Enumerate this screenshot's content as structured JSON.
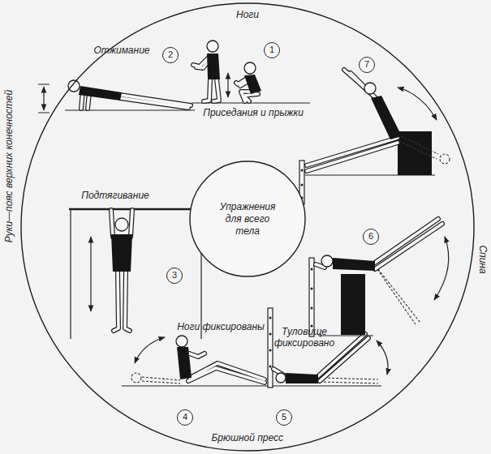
{
  "diagram": {
    "nodes": [
      {
        "text": [
          "Ноги",
          "Руки—пояс верхних конечностей",
          "Спина",
          "Брюшной пресс"
        ]
      },
      {
        "text": [
          "Упражнения для всего тела"
        ],
        "in": 0
      }
    ],
    "labels": [
      "Отжимание",
      "2",
      "1",
      "Приседания и прыжки",
      "7",
      "Подтягивание",
      "6",
      "3",
      "Ноги фиксированы",
      "Туловище фиксировано",
      "4",
      "5"
    ]
  }
}
